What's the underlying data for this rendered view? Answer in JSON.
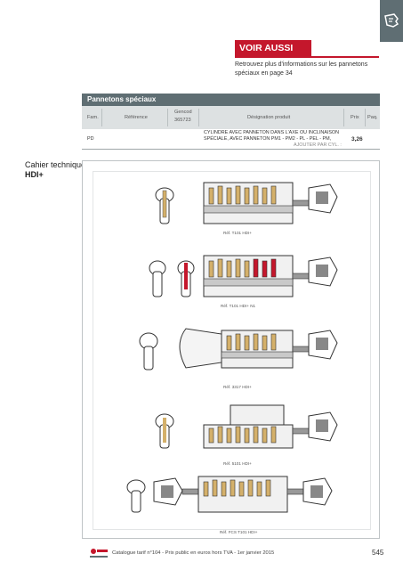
{
  "voir_aussi": {
    "title": "VOIR AUSSI",
    "text": "Retrouvez plus d'informations sur les pannetons spéciaux en page 34"
  },
  "table": {
    "title": "Pannetons spéciaux",
    "headers": {
      "fam": "Fam.",
      "reference": "Référence",
      "gencod_1": "Gencod",
      "gencod_2": "365723",
      "designation": "Désignation produit",
      "prix": "Prix",
      "paq": "Paq."
    },
    "row": {
      "fam": "PD",
      "designation_1": "CYLINDRE AVEC PANNETON DANS L'AXE OU INCLINAISON",
      "designation_2": "SPÉCIALE, AVEC PANNETON PM1 - PM2 - PL - PEL - PM,",
      "designation_3": "AJOUTER PAR CYL. :",
      "prix": "3,26"
    }
  },
  "sidebar": {
    "line1": "Cahier technique",
    "line2": "HDI+"
  },
  "captions": [
    "Réf. T101 HDI+",
    "Réf. T101 HDI+ N1",
    "Réf. 3317 HDI+",
    "Réf. 5101 HDI+",
    "Réf. FCS T101 HDI+"
  ],
  "footer": {
    "text": "Catalogue tarif n°104 - Prix public en euros hors TVA - 1er janvier 2015",
    "page": "545"
  },
  "colors": {
    "accent_red": "#c4172c",
    "header_gray": "#5f6e73",
    "brass": "#d4b06a"
  }
}
